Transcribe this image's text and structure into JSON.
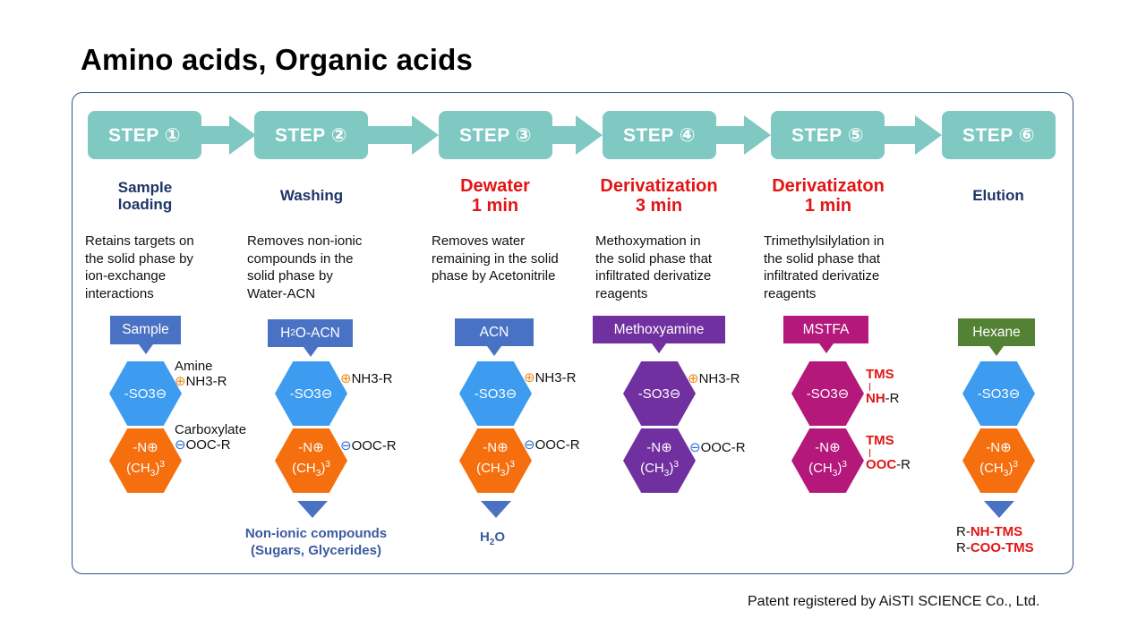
{
  "title": "Amino acids, Organic acids",
  "footer": "Patent registered by AiSTI SCIENCE Co., Ltd.",
  "steps": [
    {
      "label": "STEP ①",
      "heading": [
        "Sample",
        "loading"
      ],
      "desc": [
        "Retains targets on",
        "the solid phase by",
        "ion-exchange",
        "interactions"
      ],
      "reagent": "Sample"
    },
    {
      "label": "STEP ②",
      "heading": [
        "Washing"
      ],
      "desc": [
        "Removes non-ionic",
        "compounds in the",
        "solid phase by",
        "Water-ACN"
      ],
      "reagent_prefix": "H",
      "reagent_sub": "2",
      "reagent_suffix": "O-ACN",
      "output": [
        "Non-ionic compounds",
        "(Sugars, Glycerides)"
      ]
    },
    {
      "label": "STEP ③",
      "heading": [
        "Dewater",
        "1 min"
      ],
      "desc": [
        "Removes water",
        "remaining in the solid",
        "phase by Acetonitrile"
      ],
      "reagent": "ACN",
      "output_prefix": "H",
      "output_sub": "2",
      "output_suffix": "O"
    },
    {
      "label": "STEP ④",
      "heading": [
        "Derivatization",
        "3 min"
      ],
      "desc": [
        "Methoxymation in",
        "the solid phase that",
        "infiltrated derivatize",
        "reagents"
      ],
      "reagent": "Methoxyamine"
    },
    {
      "label": "STEP ⑤",
      "heading": [
        "Derivatizaton",
        "1 min"
      ],
      "desc": [
        "Trimethylsilylation in",
        "the solid phase that",
        "infiltrated derivatize",
        "reagents"
      ],
      "reagent": "MSTFA"
    },
    {
      "label": "STEP ⑥",
      "heading": [
        "Elution"
      ],
      "reagent": "Hexane",
      "output": [
        "R-NH-TMS",
        "R-COO-TMS"
      ]
    }
  ],
  "hex": {
    "top": "-SO3⊖",
    "bottom_line1": "-N⊕",
    "bottom_line2_prefix": "(CH",
    "bottom_line2_sub": "3",
    "bottom_line2_suffix": ")",
    "bottom_line2_sup": "3"
  },
  "notes": {
    "amine": "Amine",
    "carboxylate": "Carboxylate",
    "plus": "⊕",
    "minus": "⊖",
    "nh3r": "NH3-R",
    "oocr": "OOC-R",
    "tms": "TMS",
    "nh": "NH",
    "ooc": "OOC",
    "r_suffix": "-R",
    "r_prefix": "R-",
    "nh_tms": "NH-TMS",
    "coo_tms": "COO-TMS"
  },
  "colors": {
    "frame": "#3b4f86",
    "step": "#7fc9c2",
    "blue_hex": "#3d9cf0",
    "orange_hex": "#f56f0f",
    "purple": "#7030a0",
    "magenta": "#b3187a",
    "label_blue": "#4a72c4",
    "label_purple": "#7030a0",
    "label_magenta": "#b3187a",
    "label_green": "#548235",
    "red": "#e31414",
    "navy": "#1f3568"
  }
}
